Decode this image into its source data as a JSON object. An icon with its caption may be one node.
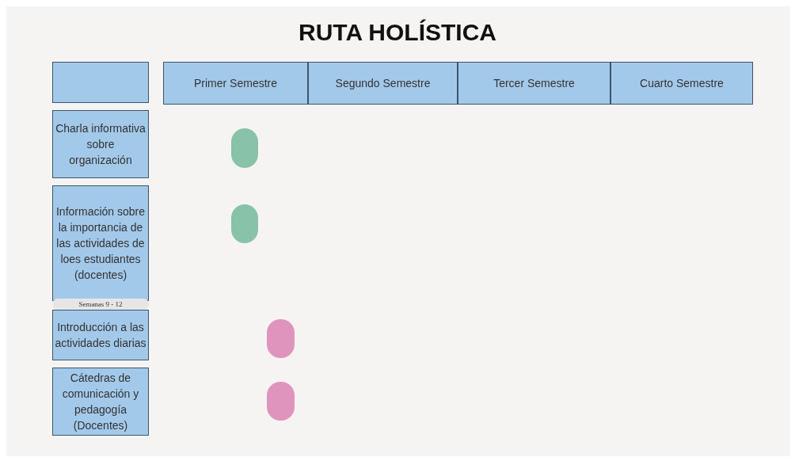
{
  "diagram": {
    "title": "RUTA HOLÍSTICA",
    "nodes": [
      {
        "text": [],
        "shape": "box"
      },
      {
        "text": [
          "Primer Semestre"
        ]
      },
      {
        "text": [
          "Segundo Semestre"
        ]
      },
      {
        "text": [
          "Tercer Semestre"
        ]
      },
      {
        "text": [
          "Cuarto Semestre"
        ]
      },
      {
        "text": [
          "Charla informativa sobre organización"
        ]
      },
      {
        "text": [
          "Información sobre la importancia de las actividades de loes estudiantes (docentes)"
        ]
      },
      {
        "text": [
          "Semanas 9 - 12"
        ]
      },
      {
        "text": [
          "Introducción a las actividades diarias"
        ]
      },
      {
        "text": [
          "Cátedras de comunicación y pedagogía (Docentes)"
        ]
      },
      {
        "text": [],
        "shape": "bar"
      },
      {
        "text": [],
        "shape": "bar"
      },
      {
        "text": [],
        "shape": "bar"
      },
      {
        "text": [],
        "shape": "bar"
      }
    ]
  }
}
